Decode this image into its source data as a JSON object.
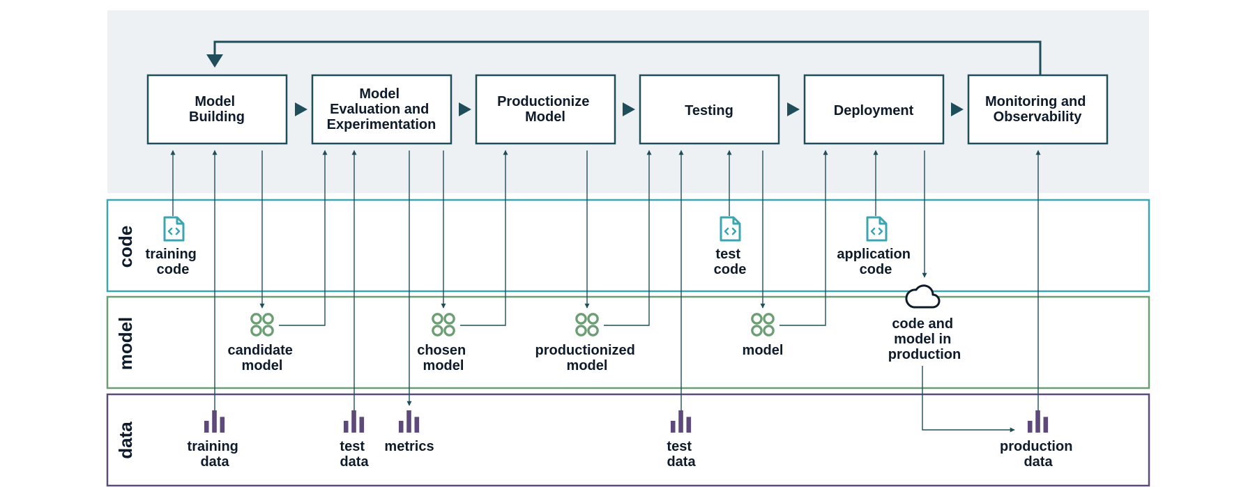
{
  "stages": [
    {
      "id": "model-building",
      "lines": [
        "Model",
        "Building"
      ]
    },
    {
      "id": "model-evaluation",
      "lines": [
        "Model",
        "Evaluation and",
        "Experimentation"
      ]
    },
    {
      "id": "productionize-model",
      "lines": [
        "Productionize",
        "Model"
      ]
    },
    {
      "id": "testing",
      "lines": [
        "Testing"
      ]
    },
    {
      "id": "deployment",
      "lines": [
        "Deployment"
      ]
    },
    {
      "id": "monitoring",
      "lines": [
        "Monitoring and",
        "Observability"
      ]
    }
  ],
  "lanes": [
    {
      "id": "code",
      "label": "code",
      "color": "#3aa6b1"
    },
    {
      "id": "model",
      "label": "model",
      "color": "#6b9e73"
    },
    {
      "id": "data",
      "label": "data",
      "color": "#5e4a7a"
    }
  ],
  "artifacts": {
    "code": [
      {
        "id": "training-code",
        "icon": "code-file-icon",
        "lines": [
          "training",
          "code"
        ]
      },
      {
        "id": "test-code",
        "icon": "code-file-icon",
        "lines": [
          "test",
          "code"
        ]
      },
      {
        "id": "application-code",
        "icon": "code-file-icon",
        "lines": [
          "application",
          "code"
        ]
      }
    ],
    "model": [
      {
        "id": "candidate-model",
        "icon": "model-icon",
        "lines": [
          "candidate",
          "model"
        ]
      },
      {
        "id": "chosen-model",
        "icon": "model-icon",
        "lines": [
          "chosen",
          "model"
        ]
      },
      {
        "id": "productionized-model",
        "icon": "model-icon",
        "lines": [
          "productionized",
          "model"
        ]
      },
      {
        "id": "model",
        "icon": "model-icon",
        "lines": [
          "model"
        ]
      },
      {
        "id": "code-and-model-in-production",
        "icon": "cloud-icon",
        "lines": [
          "code and",
          "model in",
          "production"
        ]
      }
    ],
    "data": [
      {
        "id": "training-data",
        "icon": "bar-chart-icon",
        "lines": [
          "training",
          "data"
        ]
      },
      {
        "id": "test-data-1",
        "icon": "bar-chart-icon",
        "lines": [
          "test",
          "data"
        ]
      },
      {
        "id": "metrics",
        "icon": "bar-chart-icon",
        "lines": [
          "metrics"
        ]
      },
      {
        "id": "test-data-2",
        "icon": "bar-chart-icon",
        "lines": [
          "test",
          "data"
        ]
      },
      {
        "id": "production-data",
        "icon": "bar-chart-icon",
        "lines": [
          "production",
          "data"
        ]
      }
    ]
  },
  "colors": {
    "stage_border": "#1f4e5a",
    "stage_area_bg": "#edf1f4",
    "connector": "#1f4e5a",
    "code_icon": "#3aa6b1",
    "model_icon": "#6b9e73",
    "data_icon": "#5e4a7a",
    "cloud_icon": "#0d1b2a"
  }
}
